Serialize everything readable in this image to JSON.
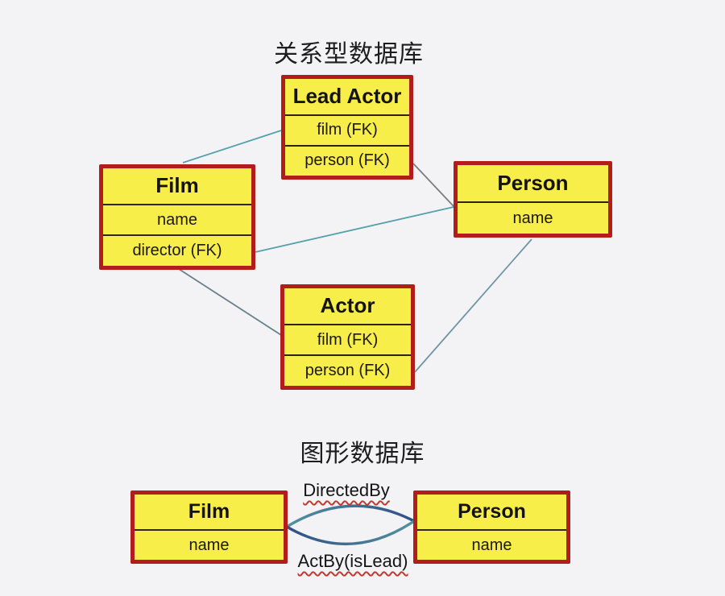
{
  "colors": {
    "canvas_bg": "#f3f3f5",
    "box_fill": "#f8ee49",
    "box_border": "#b21d1b",
    "line_teal": "#55a1ab",
    "line_gray": "#7b7b83",
    "line_slate": "#68808b",
    "line_steel": "#6e95a6",
    "edge_navy": "#2e4f86",
    "edge_teal": "#55919f",
    "underline_red": "#c4392f"
  },
  "relational": {
    "title": "关系型数据库",
    "entities": [
      {
        "id": "lead_actor",
        "title": "Lead Actor",
        "fields": [
          "film (FK)",
          "person (FK)"
        ]
      },
      {
        "id": "film",
        "title": "Film",
        "fields": [
          "name",
          "director (FK)"
        ]
      },
      {
        "id": "person",
        "title": "Person",
        "fields": [
          "name"
        ]
      },
      {
        "id": "actor",
        "title": "Actor",
        "fields": [
          "film (FK)",
          "person (FK)"
        ]
      }
    ]
  },
  "graph": {
    "title": "图形数据库",
    "nodes": [
      {
        "id": "film",
        "title": "Film",
        "fields": [
          "name"
        ]
      },
      {
        "id": "person",
        "title": "Person",
        "fields": [
          "name"
        ]
      }
    ],
    "edges": [
      {
        "id": "directed_by",
        "label": "DirectedBy"
      },
      {
        "id": "act_by",
        "label": "ActBy(isLead)"
      }
    ]
  }
}
